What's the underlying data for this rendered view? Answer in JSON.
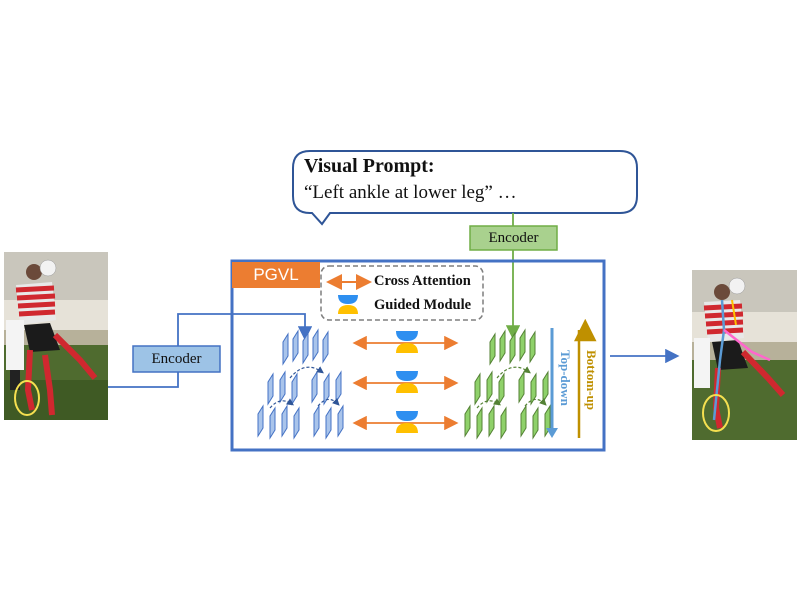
{
  "prompt": {
    "title": "Visual Prompt:",
    "body": "“Left ankle at lower leg” …"
  },
  "encoders": {
    "image_label": "Encoder",
    "text_label": "Encoder"
  },
  "pgvl": {
    "label": "PGVL",
    "legend": {
      "cross_attention": "Cross Attention",
      "guided_module": "Guided Module"
    },
    "bottom_up": "Bottom-up",
    "top_down": "Top-down"
  },
  "colors": {
    "frame_blue": "#4472c4",
    "pgvl_orange": "#ec7d31",
    "encoder_green": "#a9d18e",
    "encoder_blue": "#9dc3e6",
    "feature_blue": "#a9c4eb",
    "feature_green": "#8fd16a",
    "module_blue": "#2e8ff0",
    "module_yellow": "#ffc000",
    "bottom_up_arrow": "#bf9000",
    "top_down_arrow": "#5b9bd5",
    "pink_skeleton": "#ff66cc"
  }
}
